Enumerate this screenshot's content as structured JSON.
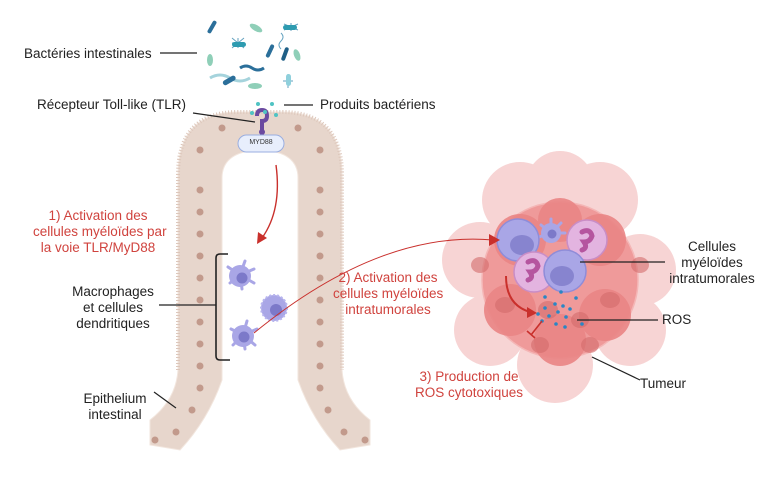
{
  "labels": {
    "bacteria": "Bactéries intestinales",
    "tlr": "Récepteur Toll-like (TLR)",
    "bacterial_products": "Produits bactériens",
    "myd88": "MYD88",
    "step1": [
      "1) Activation des",
      "cellules myéloïdes par",
      "la voie TLR/MyD88"
    ],
    "macrophages": [
      "Macrophages",
      "et cellules",
      "dendritiques"
    ],
    "epithelium": [
      "Epithelium",
      "intestinal"
    ],
    "step2": [
      "2) Activation des",
      "cellules myéloïdes",
      "intratumorales"
    ],
    "myeloid_cells": [
      "Cellules",
      "myéloïdes",
      "intratumorales"
    ],
    "ros": "ROS",
    "step3": [
      "3) Production de",
      "ROS cytotoxiques"
    ],
    "tumor": "Tumeur"
  },
  "colors": {
    "step_text": "#d0433e",
    "arrow": "#c9302c",
    "epithelium": "#e7d6cc",
    "nucleus": "#c29a8c",
    "immune_cell": "#a9a6e6",
    "tumor": "#ee8f8f",
    "ros": "#2a86c4"
  }
}
